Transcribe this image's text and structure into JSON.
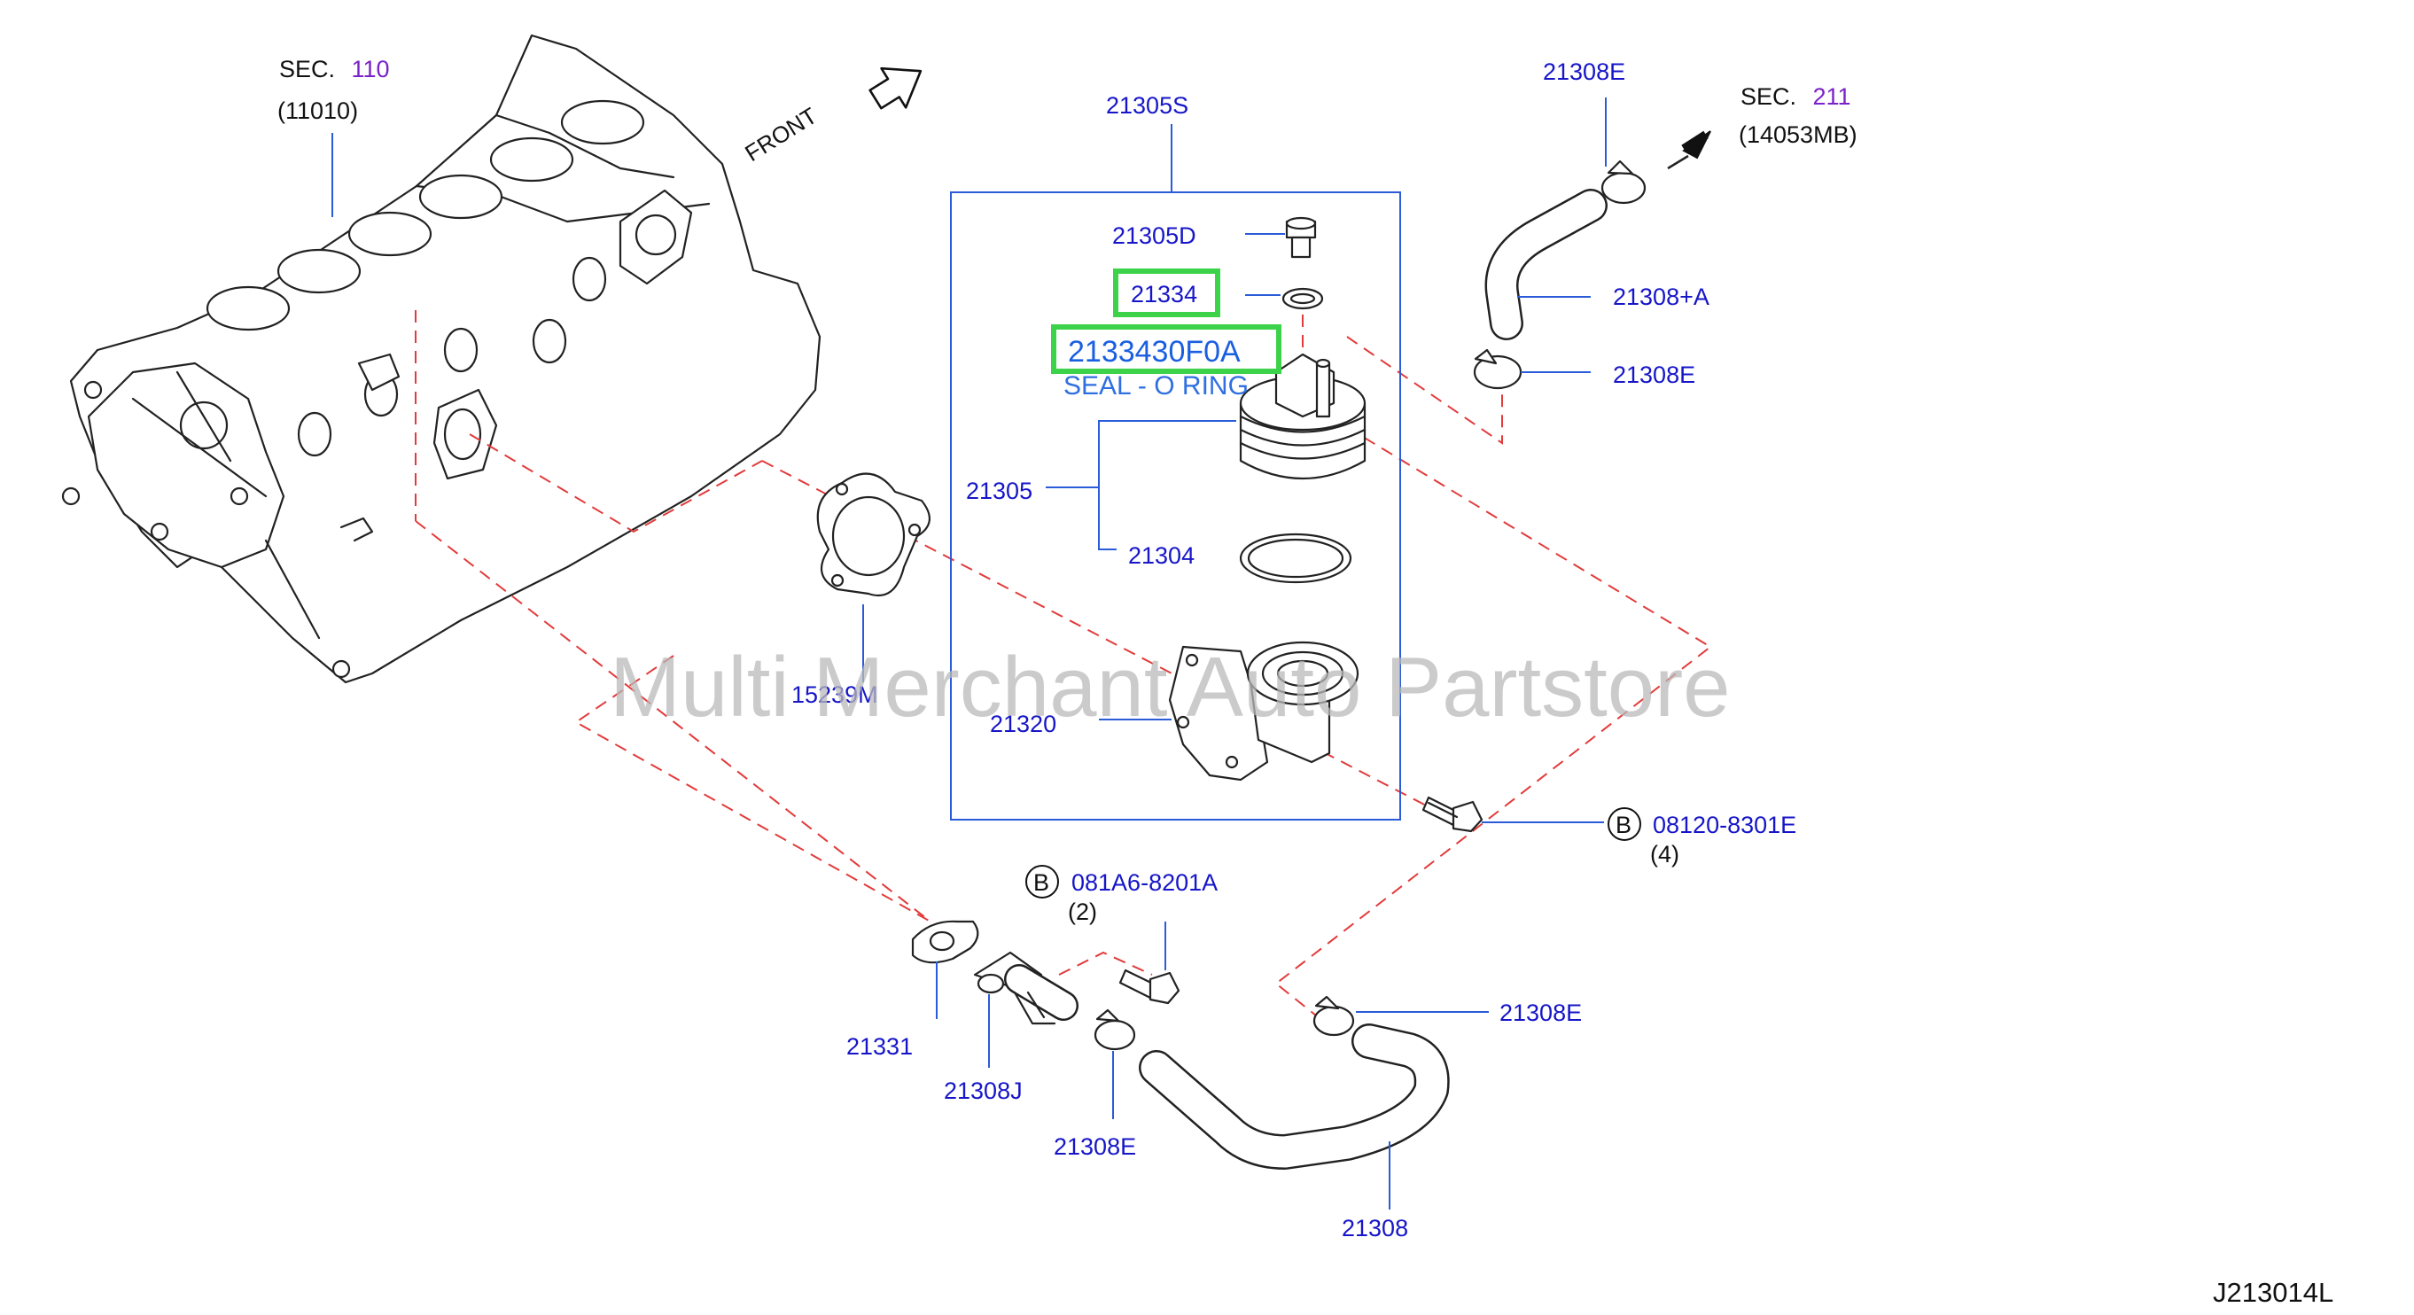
{
  "watermark": "Multi Merchant Auto Partstore",
  "diagram_id": "J213014L",
  "front_label": "FRONT",
  "sec_110": {
    "prefix": "SEC.",
    "number": "110",
    "part": "(11010)"
  },
  "sec_211": {
    "prefix": "SEC.",
    "number": "211",
    "part": "(14053MB)"
  },
  "highlight": {
    "part_number": "21334",
    "full_part_number": "2133430F0A",
    "description": "SEAL - O RING"
  },
  "labels": {
    "p21305S": "21305S",
    "p21305D": "21305D",
    "p21305": "21305",
    "p21304": "21304",
    "p21320": "21320",
    "p15239M": "15239M",
    "p21308E_top": "21308E",
    "p21308A": "21308+A",
    "p21308E_mid": "21308E",
    "p21308E_right": "21308E",
    "p21308E_bottom": "21308E",
    "p21331": "21331",
    "p21308J": "21308J",
    "p21308": "21308"
  },
  "bolts": {
    "right": {
      "badge": "B",
      "number": "08120-8301E",
      "qty": "(4)"
    },
    "bottom": {
      "badge": "B",
      "number": "081A6-8201A",
      "qty": "(2)"
    }
  }
}
